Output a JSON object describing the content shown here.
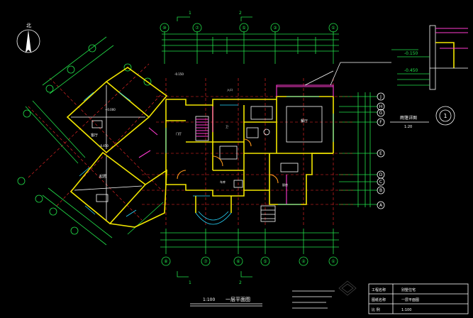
{
  "drawing": {
    "scale_main": "1:100",
    "title_main": "一层平面图",
    "scale_detail": "1:20",
    "title_detail": "雨篷详图",
    "north_label": "北",
    "section_marks": [
      "1",
      "2"
    ],
    "detail_index": "1"
  },
  "axes": {
    "top": [
      "⑩",
      "⑦",
      "⑤",
      "③",
      "①"
    ],
    "bottom": [
      "⑧",
      "⑦",
      "⑥",
      "⑤",
      "②",
      "①"
    ],
    "right": [
      "J",
      "H",
      "G",
      "F",
      "E",
      "D",
      "C",
      "B",
      "A"
    ]
  },
  "title_block": {
    "rows": [
      [
        "工程名称",
        "别墅住宅"
      ],
      [
        "图纸名称",
        "一层平面图"
      ],
      [
        "比  例",
        "1:100"
      ]
    ]
  },
  "colors": {
    "background": "#000000",
    "dimension": "#22e24a",
    "wall": "#f2e600",
    "window": "#28d8ff",
    "text": "#ffffff",
    "axis": "#ff2a2a",
    "accent": "#ff3bd1"
  }
}
